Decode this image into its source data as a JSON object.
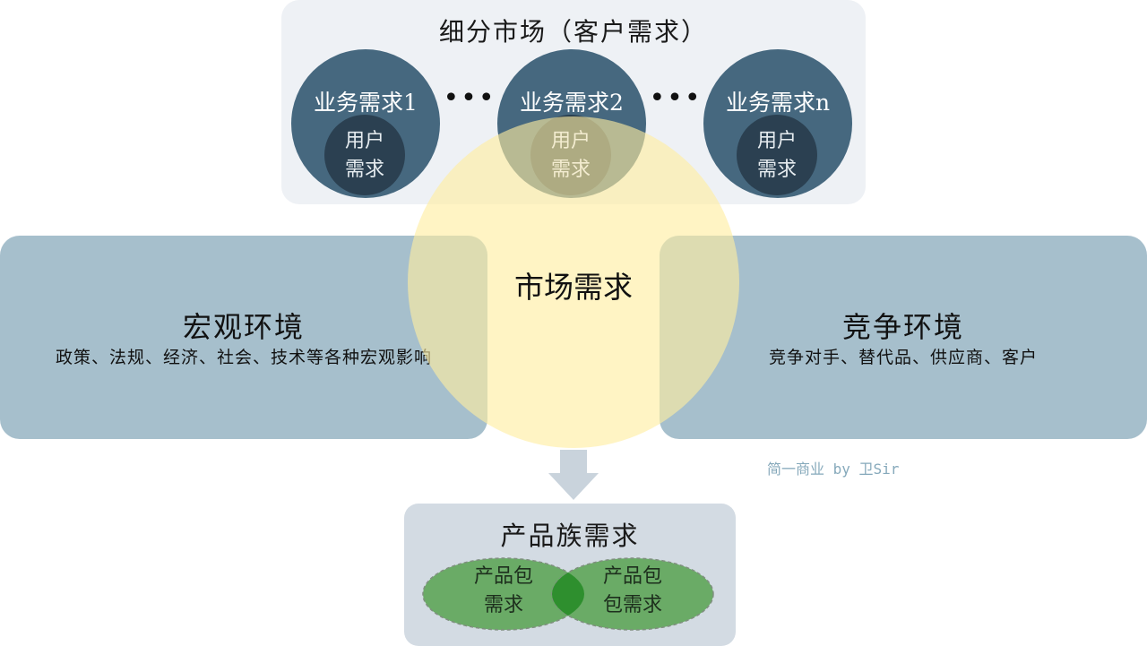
{
  "segment_market": {
    "title": "细分市场（客户需求）",
    "business_needs": [
      {
        "label": "业务需求1",
        "inner_line1": "用户",
        "inner_line2": "需求"
      },
      {
        "label": "业务需求2",
        "inner_line1": "用户",
        "inner_line2": "需求"
      },
      {
        "label": "业务需求n",
        "inner_line1": "用户",
        "inner_line2": "需求"
      }
    ],
    "ellipsis": "•••"
  },
  "macro_env": {
    "title": "宏观环境",
    "subtitle": "政策、法规、经济、社会、技术等各种宏观影响"
  },
  "market_demand": {
    "label": "市场需求"
  },
  "competitive_env": {
    "title": "竞争环境",
    "subtitle": "竞争对手、替代品、供应商、客户"
  },
  "watermark": "简一商业 by 卫Sir",
  "product_family": {
    "title": "产品族需求",
    "packages": [
      {
        "line1": "产品包",
        "line2": "需求"
      },
      {
        "line1": "产品包",
        "line2": "包需求"
      }
    ]
  },
  "colors": {
    "dark_circle": "#46687f",
    "inner_circle": "#2b4051",
    "side_box": "#a6bfcc",
    "market_circle": "#ffeea0",
    "package_green": "#6aab66",
    "overlap_green": "#2e8f2e",
    "arrow": "#c9d3dc"
  }
}
